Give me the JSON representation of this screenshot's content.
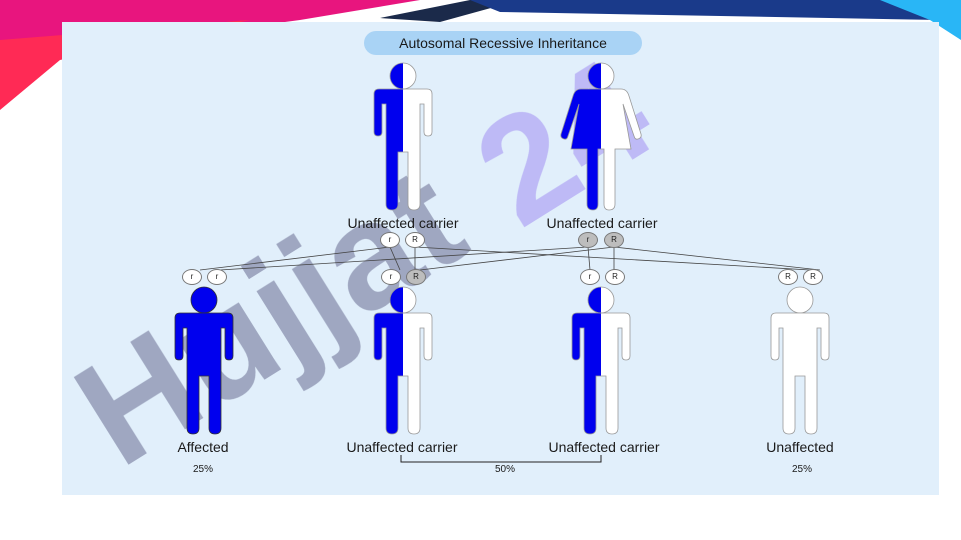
{
  "title": "Autosomal Recessive Inheritance",
  "colors": {
    "affected": "#0000ee",
    "unaffected": "#ffffff",
    "panel": "#e1effb",
    "title_bg": "#a9d3f5"
  },
  "parents": [
    {
      "label": "Unaffected carrier",
      "alleles": [
        "r",
        "R"
      ],
      "sex": "male",
      "status": "carrier"
    },
    {
      "label": "Unaffected carrier",
      "alleles": [
        "r",
        "R"
      ],
      "sex": "female",
      "status": "carrier"
    }
  ],
  "children": [
    {
      "label": "Affected",
      "alleles": [
        "r",
        "r"
      ],
      "status": "affected"
    },
    {
      "label": "Unaffected carrier",
      "alleles": [
        "r",
        "R"
      ],
      "status": "carrier"
    },
    {
      "label": "Unaffected carrier",
      "alleles": [
        "r",
        "R"
      ],
      "status": "carrier"
    },
    {
      "label": "Unaffected",
      "alleles": [
        "R",
        "R"
      ],
      "status": "unaffected"
    }
  ],
  "percentages": {
    "affected": "25%",
    "carrier": "50%",
    "unaffected": "25%"
  },
  "watermark": "Hujjat24"
}
